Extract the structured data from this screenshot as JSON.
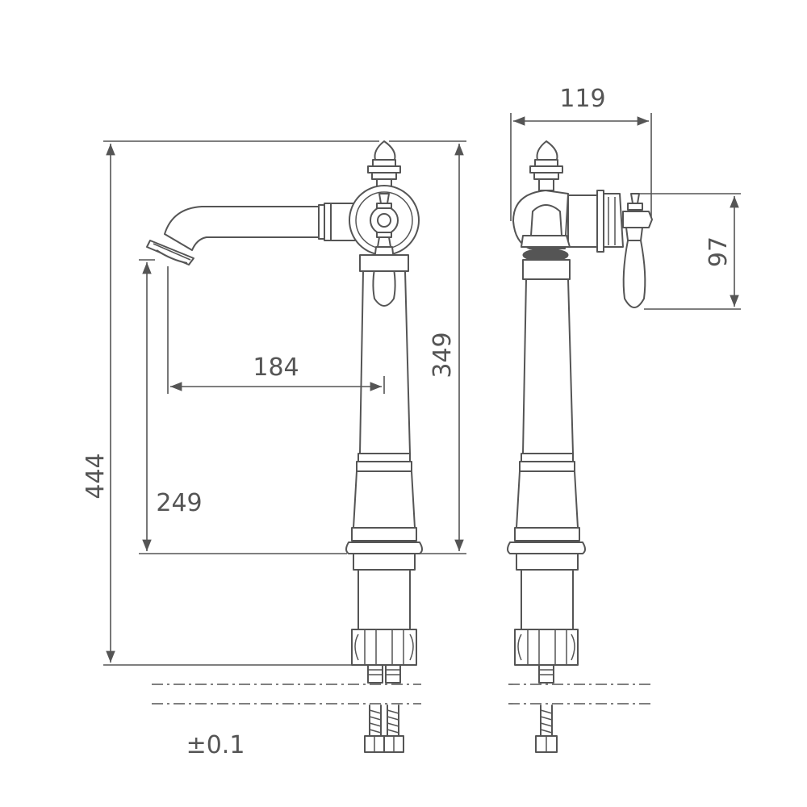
{
  "diagram": {
    "colors": {
      "line": "#555555",
      "background": "#ffffff"
    },
    "dimensions": {
      "total_height": "444",
      "body_height": "349",
      "spout_height": "249",
      "spout_reach": "184",
      "side_width": "119",
      "handle_height": "97"
    },
    "tolerance": "±0.1"
  }
}
